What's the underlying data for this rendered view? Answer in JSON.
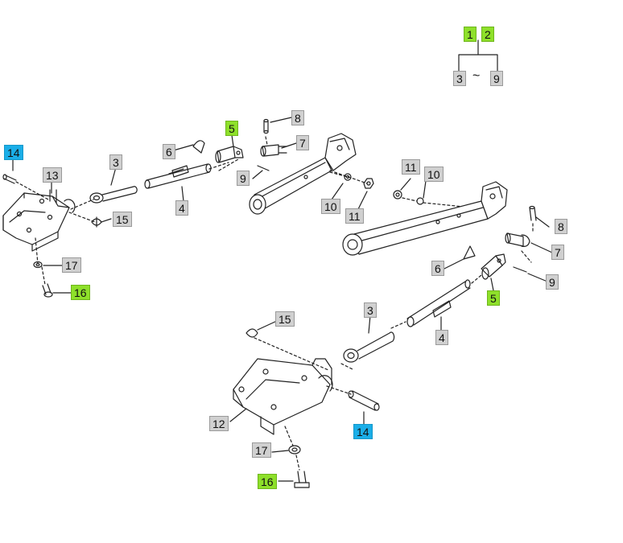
{
  "legend": {
    "top_left": "1",
    "top_right": "2",
    "bottom_left": "3",
    "separator": "~",
    "bottom_right": "9"
  },
  "callouts": [
    {
      "id": "c14a",
      "text": "14",
      "color": "blue"
    },
    {
      "id": "c13",
      "text": "13",
      "color": "gray"
    },
    {
      "id": "c3a",
      "text": "3",
      "color": "gray"
    },
    {
      "id": "c6a",
      "text": "6",
      "color": "gray"
    },
    {
      "id": "c5a",
      "text": "5",
      "color": "green"
    },
    {
      "id": "c8a",
      "text": "8",
      "color": "gray"
    },
    {
      "id": "c7a",
      "text": "7",
      "color": "gray"
    },
    {
      "id": "c9a",
      "text": "9",
      "color": "gray"
    },
    {
      "id": "c4a",
      "text": "4",
      "color": "gray"
    },
    {
      "id": "c15a",
      "text": "15",
      "color": "gray"
    },
    {
      "id": "c17a",
      "text": "17",
      "color": "gray"
    },
    {
      "id": "c16a",
      "text": "16",
      "color": "green"
    },
    {
      "id": "c10a",
      "text": "10",
      "color": "gray"
    },
    {
      "id": "c11a",
      "text": "11",
      "color": "gray"
    },
    {
      "id": "c11b",
      "text": "11",
      "color": "gray"
    },
    {
      "id": "c10b",
      "text": "10",
      "color": "gray"
    },
    {
      "id": "c8b",
      "text": "8",
      "color": "gray"
    },
    {
      "id": "c7b",
      "text": "7",
      "color": "gray"
    },
    {
      "id": "c6b",
      "text": "6",
      "color": "gray"
    },
    {
      "id": "c9b",
      "text": "9",
      "color": "gray"
    },
    {
      "id": "c5b",
      "text": "5",
      "color": "green"
    },
    {
      "id": "c3b",
      "text": "3",
      "color": "gray"
    },
    {
      "id": "c15b",
      "text": "15",
      "color": "gray"
    },
    {
      "id": "c4b",
      "text": "4",
      "color": "gray"
    },
    {
      "id": "c12",
      "text": "12",
      "color": "gray"
    },
    {
      "id": "c14b",
      "text": "14",
      "color": "blue"
    },
    {
      "id": "c17b",
      "text": "17",
      "color": "gray"
    },
    {
      "id": "c16b",
      "text": "16",
      "color": "green"
    }
  ],
  "colors": {
    "gray": "#d0d0d0",
    "green": "#8ee02a",
    "blue": "#1aaee8",
    "line": "#222222"
  }
}
